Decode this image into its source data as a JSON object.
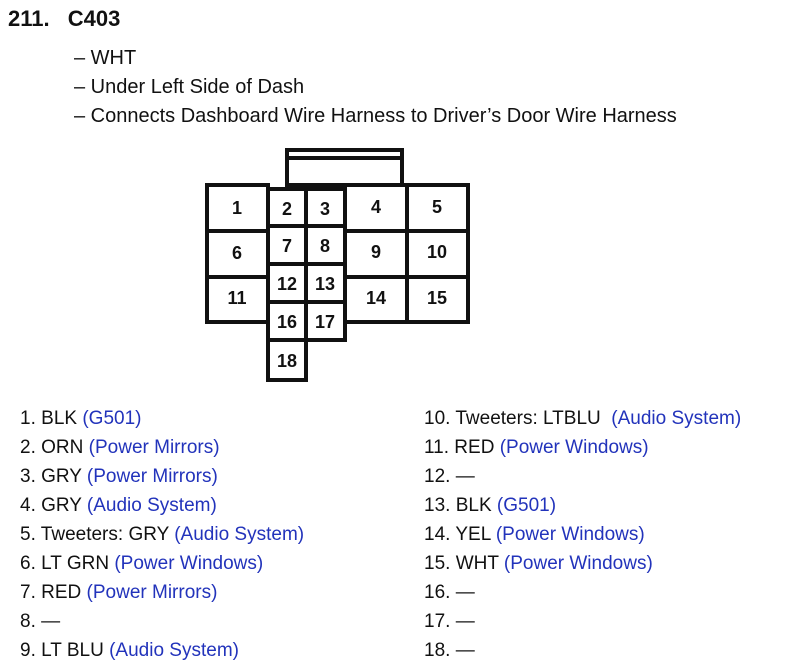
{
  "heading": {
    "number": "211.",
    "code": "C403"
  },
  "details": [
    "– WHT",
    "– Under Left Side of Dash",
    "– Connects Dashboard Wire Harness to Driver’s Door Wire Harness"
  ],
  "connector_cells": [
    "1",
    "2",
    "3",
    "4",
    "5",
    "6",
    "7",
    "8",
    "9",
    "10",
    "11",
    "12",
    "13",
    "14",
    "15",
    "16",
    "17",
    "18"
  ],
  "colors": {
    "text": "#111111",
    "link": "#2233bb"
  },
  "pins_left": [
    {
      "num": "1.",
      "desc": "BLK",
      "link": "(G501)"
    },
    {
      "num": "2.",
      "desc": "ORN",
      "link": "(Power Mirrors)"
    },
    {
      "num": "3.",
      "desc": "GRY",
      "link": "(Power Mirrors)"
    },
    {
      "num": "4.",
      "desc": "GRY",
      "link": "(Audio System)"
    },
    {
      "num": "5.",
      "desc": "Tweeters: GRY",
      "link": "(Audio System)"
    },
    {
      "num": "6.",
      "desc": "LT GRN",
      "link": "(Power Windows)"
    },
    {
      "num": "7.",
      "desc": "RED",
      "link": "(Power Mirrors)"
    },
    {
      "num": "8.",
      "desc": "—",
      "link": ""
    },
    {
      "num": "9.",
      "desc": "LT BLU",
      "link": "(Audio System)"
    }
  ],
  "pins_right": [
    {
      "num": "10.",
      "desc": "Tweeters: LTBLU",
      "link": "(Audio System)"
    },
    {
      "num": "11.",
      "desc": "RED",
      "link": "(Power Windows)"
    },
    {
      "num": "12.",
      "desc": "—",
      "link": ""
    },
    {
      "num": "13.",
      "desc": "BLK",
      "link": "(G501)"
    },
    {
      "num": "14.",
      "desc": "YEL",
      "link": "(Power Windows)"
    },
    {
      "num": "15.",
      "desc": "WHT",
      "link": "(Power Windows)"
    },
    {
      "num": "16.",
      "desc": "—",
      "link": ""
    },
    {
      "num": "17.",
      "desc": "—",
      "link": ""
    },
    {
      "num": "18.",
      "desc": "—",
      "link": ""
    }
  ]
}
